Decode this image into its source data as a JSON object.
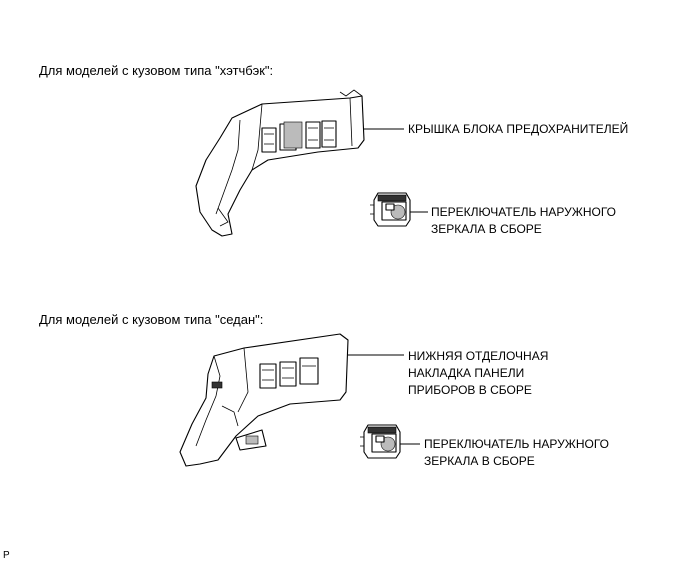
{
  "hatchback": {
    "heading": "Для моделей с кузовом типа \"хэтчбэк\":",
    "fuse_cover_label": "КРЫШКА БЛОКА ПРЕДОХРАНИТЕЛЕЙ",
    "mirror_switch_label": [
      "ПЕРЕКЛЮЧАТЕЛЬ НАРУЖНОГО",
      "ЗЕРКАЛА В СБОРЕ"
    ]
  },
  "sedan": {
    "heading": "Для моделей с кузовом типа \"седан\":",
    "lower_panel_label": [
      "НИЖНЯЯ ОТДЕЛОЧНАЯ",
      "НАКЛАДКА ПАНЕЛИ",
      "ПРИБОРОВ В СБОРЕ"
    ],
    "mirror_switch_label": [
      "ПЕРЕКЛЮЧАТЕЛЬ НАРУЖНОГО",
      "ЗЕРКАЛА В СБОРЕ"
    ]
  },
  "footer": {
    "code": "P"
  }
}
